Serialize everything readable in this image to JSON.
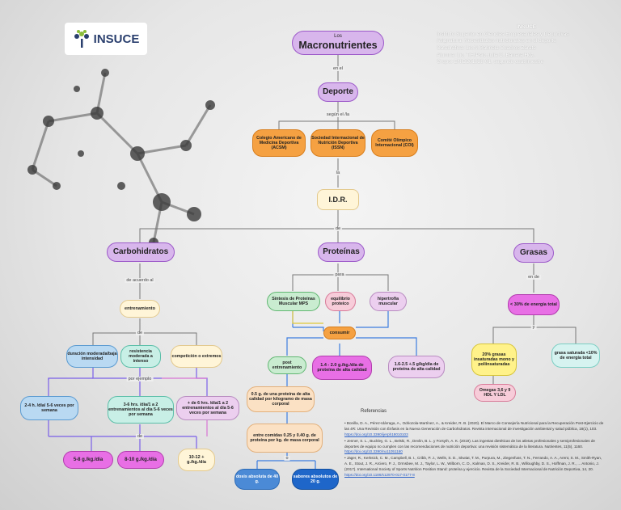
{
  "logo": {
    "text": "INSUCE"
  },
  "header": {
    "lines": [
      "INSUCE",
      "Instituto Superior en Ciencias Empresariales y Deportivas",
      "Asignatura: Necesidades nutricionales en el deporte",
      "Catedrática: Lic.N.Gabriela Cuadros Zárate",
      "Alumna: Lic. T.F./Psic.Julia C. Barrera Hdz.",
      "Grupo: ENID201328-01, segundo cuatrimestre"
    ]
  },
  "nodes": {
    "los": "Los",
    "macronutrientes": "Macronutrientes",
    "en_el": "en el",
    "deporte": "Deporte",
    "segun": "según el /la",
    "acsm": "Colegio Americano de Medicina Deportiva (ACSM)",
    "issn": "Sociedad Internacional de Nutrición Deportiva (ISSN)",
    "coi": "Comité Olímpico Internacional (COI)",
    "la": "la",
    "idr": "I.D.R.",
    "de": "de",
    "carbohidratos": "Carbohidratos",
    "proteinas": "Proteínas",
    "grasas": "Grasas",
    "de_acuerdo": "de acuerdo al",
    "entrenamiento": "entrenamiento",
    "de2": "de",
    "duracion": "duración moderada/baja intensidad",
    "resistencia": "resistencia moderada a intenso",
    "competicion": "competición o extremos",
    "por_ejemplo": "por ejemplo",
    "ej1": "2-4 h. /día/ 5-6 veces por semana",
    "ej2": "3-6 hrs. /día/1 a 2 entrenamientos al día 5-6 veces por semana",
    "ej3": "+ de 6 hrs. /día/1 a 2 entrenamientos al día 5-6 veces por semana",
    "de3": "de",
    "c1": "5-8 g./kg./día",
    "c2": "8-10 g./kg./día",
    "c3": "10-12 + g./kg./día",
    "para": "para",
    "sintesis": "Síntesis de Proteínas Muscular MPS",
    "equilibrio": "equilibrio proteico",
    "hipertrofia": "hipertrofia muscular",
    "consumir": "consumir",
    "post": "post entrenamiento",
    "p14": "1.4 - 2.0 g./kg./día de proteína de alta calidad",
    "p16": "1.6-2.5 +.5 g/kg/día de proteína de alta calidad",
    "p05": "0.5 g. de una proteína de alta calidad por kilogramo de masa corporal",
    "comidas": "entre comidas 0.25 y 0.40 g. de proteína por kg. de masa corporal",
    "o": "o",
    "dosis": "dosis absoluta de 40 g.",
    "sabores": "sabores absolutos de 20 g.",
    "en_de": "en de",
    "g30": "< 30% de energía total",
    "y": "y",
    "g20": "20% grasas insaturadas mono y poliinsaturadas",
    "g10": "grasa saturada <10% de energía total",
    "omega": "Omegas 3,6 y 9 HDL Y LDL"
  },
  "references": {
    "title": "Referencias",
    "items": [
      "Bonilla, D. A., Pérez-Idárraga, A., Odriozola-Martínez, A., & Kreider, R. B. (2020). El Marco de Consejería Nutricional para la Recuperación Post-Ejercicio de las 4R: Una Revisión con Énfasis en la Nueva Generación de Carbohidratos. Revista internacional de investigación ambiental y salud pública, 18(1), 103.",
      "Jenner, S. L., Buckley, G. L., Belski, R., Devlin, B. L. y Forsyth, A. K. (2019). Las ingestas dietéticas de los atletas profesionales y semiprofesionales de deportes de equipo no cumplen con las recomendaciones de nutrición deportiva: una revisión sistemática de la literatura. Nutrientes, 11(5), 1160.",
      "Jäger, R., Kerksick, C. M., Campbell, B. I., Cribb, P. J., Wells, S. D., Skwiat, T. M., Purpura, M., Ziegenfuss, T. N., Ferrando, A. A., Arent, S. M., Smith-Ryan, A. E., Stout, J. R., Arciero, P. J., Ormsbee, M. J., Taylor, L. W., Wilborn, C. D., Kalman, D. S., Kreider, R. B., Willoughby, D. S., Hoffman, J. R., ... Antonio, J. (2017). International Society of Sports Nutrition Position Stand: proteína y ejercicio. Revista de la Sociedad Internacional de Nutrición Deportiva, 14, 20."
    ],
    "links": [
      "https://doi.org/10.3390/ijerph18010103",
      "https://doi.org/10.3390/nu11051160",
      "https://doi.org/10.1186/s12970-017-0177-8"
    ]
  },
  "colors": {
    "purple": "#d8b6ec",
    "orange": "#f5a142",
    "line": "#777777"
  }
}
